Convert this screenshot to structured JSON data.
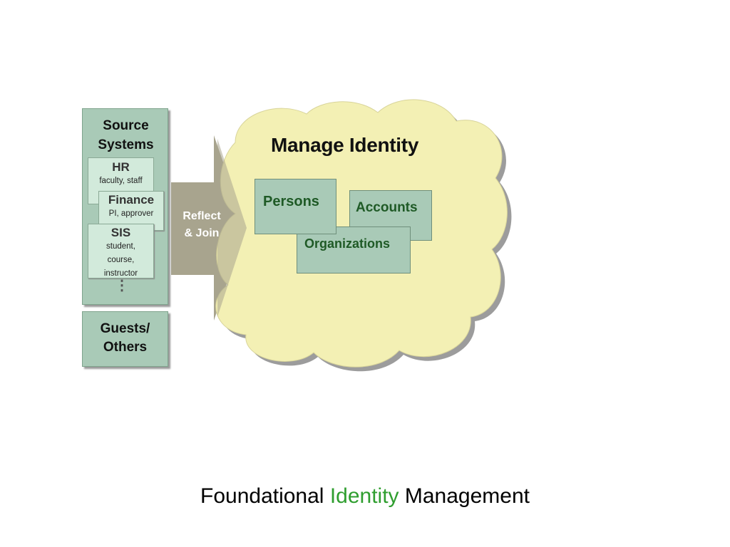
{
  "source_systems": {
    "title_line1": "Source",
    "title_line2": "Systems",
    "items": [
      {
        "title": "HR",
        "sub": "faculty, staff"
      },
      {
        "title": "Finance",
        "sub": "PI, approver"
      },
      {
        "title": "SIS",
        "sub_lines": [
          "student,",
          "course,",
          "instructor"
        ]
      }
    ],
    "more": "⋮"
  },
  "guests": {
    "line1": "Guests/",
    "line2": "Others"
  },
  "arrow": {
    "line1": "Reflect",
    "line2": "& Join"
  },
  "cloud": {
    "title": "Manage Identity",
    "entities": {
      "persons": "Persons",
      "accounts": "Accounts",
      "organizations": "Organizations"
    }
  },
  "caption": {
    "part1": "Foundational ",
    "highlight": "Identity",
    "part2": " Management"
  },
  "colors": {
    "cloud_fill": "#f3f0b4",
    "box_fill": "#a9cab7",
    "card_fill": "#d2eadb",
    "arrow": "#a8a48e",
    "highlight": "#2f9e2f"
  }
}
